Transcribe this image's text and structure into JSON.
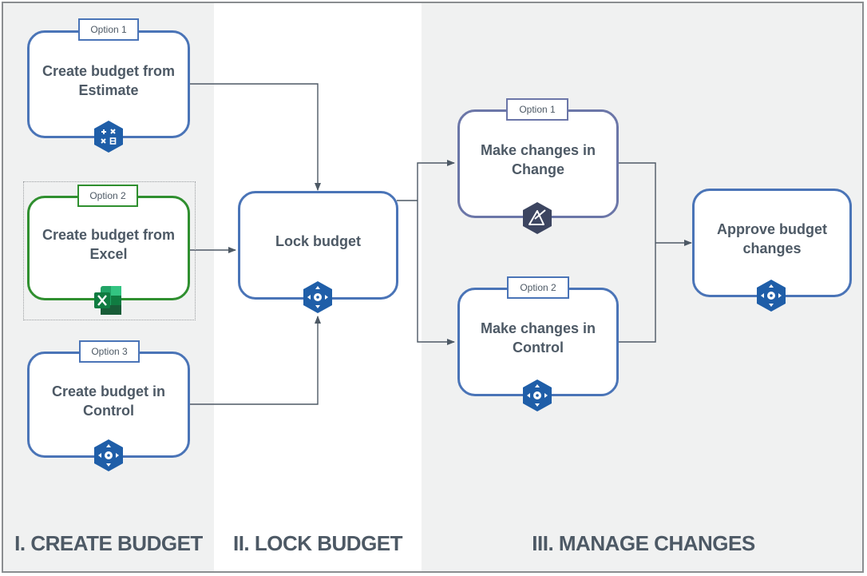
{
  "sections": [
    {
      "title": "I. CREATE BUDGET"
    },
    {
      "title": "II. LOCK BUDGET"
    },
    {
      "title": "III. MANAGE CHANGES"
    }
  ],
  "nodes": {
    "estimate": {
      "tag": "Option 1",
      "label": "Create budget from Estimate",
      "icon": "calculator-icon"
    },
    "excel": {
      "tag": "Option 2",
      "label": "Create budget from Excel",
      "icon": "excel-icon"
    },
    "control_create": {
      "tag": "Option 3",
      "label": "Create budget in Control",
      "icon": "control-icon"
    },
    "lock": {
      "label": "Lock budget",
      "icon": "control-icon"
    },
    "change": {
      "tag": "Option 1",
      "label": "Make changes in Change",
      "icon": "change-icon"
    },
    "control_change": {
      "tag": "Option 2",
      "label": "Make changes in Control",
      "icon": "control-icon"
    },
    "approve": {
      "label": "Approve budget changes",
      "icon": "control-icon"
    }
  },
  "colors": {
    "blue": "#4a74b7",
    "green": "#2f8f2f",
    "slate": "#6b76a8",
    "icon_blue": "#1f5ea8",
    "text": "#4d5965",
    "band": "#f0f1f1"
  }
}
